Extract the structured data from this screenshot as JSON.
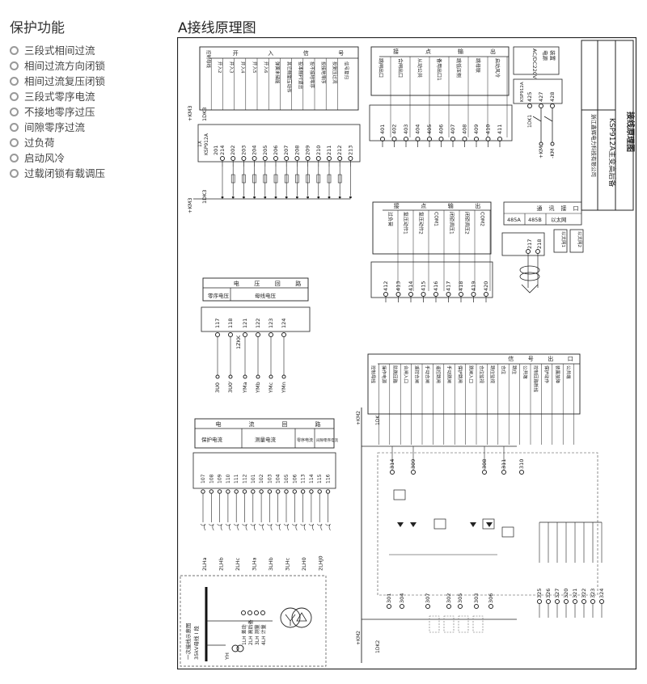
{
  "sidebar": {
    "title": "保护功能",
    "items": [
      "三段式相间过流",
      "相间过流方向闭锁",
      "相间过流复压闭锁",
      "三段式零序电流",
      "不接地零序过压",
      "间隙零序过流",
      "过负荷",
      "启动风冷",
      "过载闭锁有载调压"
    ]
  },
  "diagram": {
    "title": "A接线原理图",
    "title_block": {
      "title": "接线原理图",
      "company": "浙江鑫辉电力科技有限公司",
      "device": "KSP912A主变高后备"
    },
    "binary_inputs": {
      "header": [
        "开",
        "入",
        "信",
        "号"
      ],
      "signals": [
        "控制母线",
        "开入2",
        "开入3",
        "开入4",
        "开入5",
        "开入6",
        "弹簧未储能",
        "其它侧复压动作",
        "投本侧PT退出",
        "投不接地零序",
        "投接地零序",
        "投复压过流",
        "信号复归"
      ],
      "terminals": [
        "214",
        "202",
        "203",
        "204",
        "205",
        "206",
        "207",
        "208",
        "209",
        "210",
        "211",
        "212",
        "213"
      ],
      "first_terminal": "201",
      "device": "KSP912A",
      "connector": "1X",
      "labels": [
        "+KM3",
        "1DK3"
      ]
    },
    "outputs": {
      "header": [
        "接",
        "点",
        "输",
        "出"
      ],
      "signals": [
        "跳闸出口",
        "合闸出口",
        "从动公共",
        "备用出口1",
        "跳低压侧",
        "跳母联",
        "启动风冷"
      ],
      "terminals": [
        "401",
        "402",
        "403",
        "404",
        "405",
        "406",
        "407",
        "408",
        "409",
        "410",
        "411"
      ]
    },
    "power": {
      "header": [
        "装置",
        "电源"
      ],
      "spec": "AC/DC220V",
      "terminals": [
        "425",
        "427",
        "428"
      ],
      "labels": [
        "1DK1",
        "+KM",
        "-KM"
      ],
      "device": "KSP912A"
    },
    "comm": {
      "header": [
        "通",
        "讯",
        "接",
        "口"
      ],
      "ports": [
        "485A",
        "485B",
        "以太网"
      ],
      "terminals": [
        "217",
        "218"
      ],
      "net_labels": [
        "以太网1",
        "以太网2"
      ]
    },
    "contacts2": {
      "header": [
        "接",
        "点",
        "输",
        "出"
      ],
      "signals": [
        "过负荷",
        "复压动作1",
        "复压动作2",
        "COM1",
        "闭锁调压1",
        "闭锁调压2",
        "COM2"
      ],
      "terminals": [
        "412",
        "413",
        "414",
        "415",
        "416",
        "417",
        "418",
        "419",
        "420"
      ]
    },
    "voltage": {
      "header": [
        "电",
        "压",
        "回",
        "路"
      ],
      "groups": [
        "零序电压",
        "母线电压"
      ],
      "terminals": [
        "117",
        "118",
        "121",
        "122",
        "123",
        "124"
      ],
      "labels": [
        "3U0",
        "3U0'",
        "YMa",
        "YMb",
        "YMc",
        "YMn"
      ],
      "switch": "1ZKK"
    },
    "control": {
      "header": [
        "信",
        "号",
        "出",
        "口"
      ],
      "signals": [
        "控制母线",
        "操作电源",
        "防跳回路",
        "合闸入口",
        "遥控合闸",
        "手动合闸",
        "遥控跳闸",
        "手动跳闸",
        "保护跳闸",
        "跳闸入口",
        "合位监视",
        "跳位监视",
        "合位",
        "跳位",
        "公共端",
        "控制回路断线",
        "保护动作",
        "装置故障",
        "公共端"
      ],
      "terminals": [
        "301",
        "304",
        "307",
        "302",
        "305",
        "303",
        "306",
        "308",
        "309",
        "310",
        "311",
        "314",
        "325",
        "326",
        "327",
        "320",
        "321",
        "322",
        "323",
        "324"
      ],
      "labels": [
        "+KM2",
        "1DK",
        "+KM2",
        "1DK2"
      ]
    },
    "current": {
      "header": [
        "电",
        "流",
        "回",
        "路"
      ],
      "groups": [
        "保护电流",
        "测量电流",
        "零序电流",
        "间隙零序电流"
      ],
      "terminals": [
        "107",
        "108",
        "109",
        "110",
        "111",
        "112",
        "101",
        "102",
        "103",
        "104",
        "105",
        "106",
        "113",
        "114",
        "115",
        "116"
      ],
      "labels": [
        "2LHa",
        "2LHb",
        "2LHc",
        "3LHa",
        "3LHb",
        "3LHc",
        "2LH0",
        "2LHJ0"
      ]
    },
    "primary": {
      "title": "一次接线示意图",
      "bus": "35kV母线 I 段",
      "cts": [
        "1LH 差动",
        "2LH 高后备",
        "3LH 测量",
        "4LH 计量"
      ],
      "pt": "YH"
    }
  }
}
